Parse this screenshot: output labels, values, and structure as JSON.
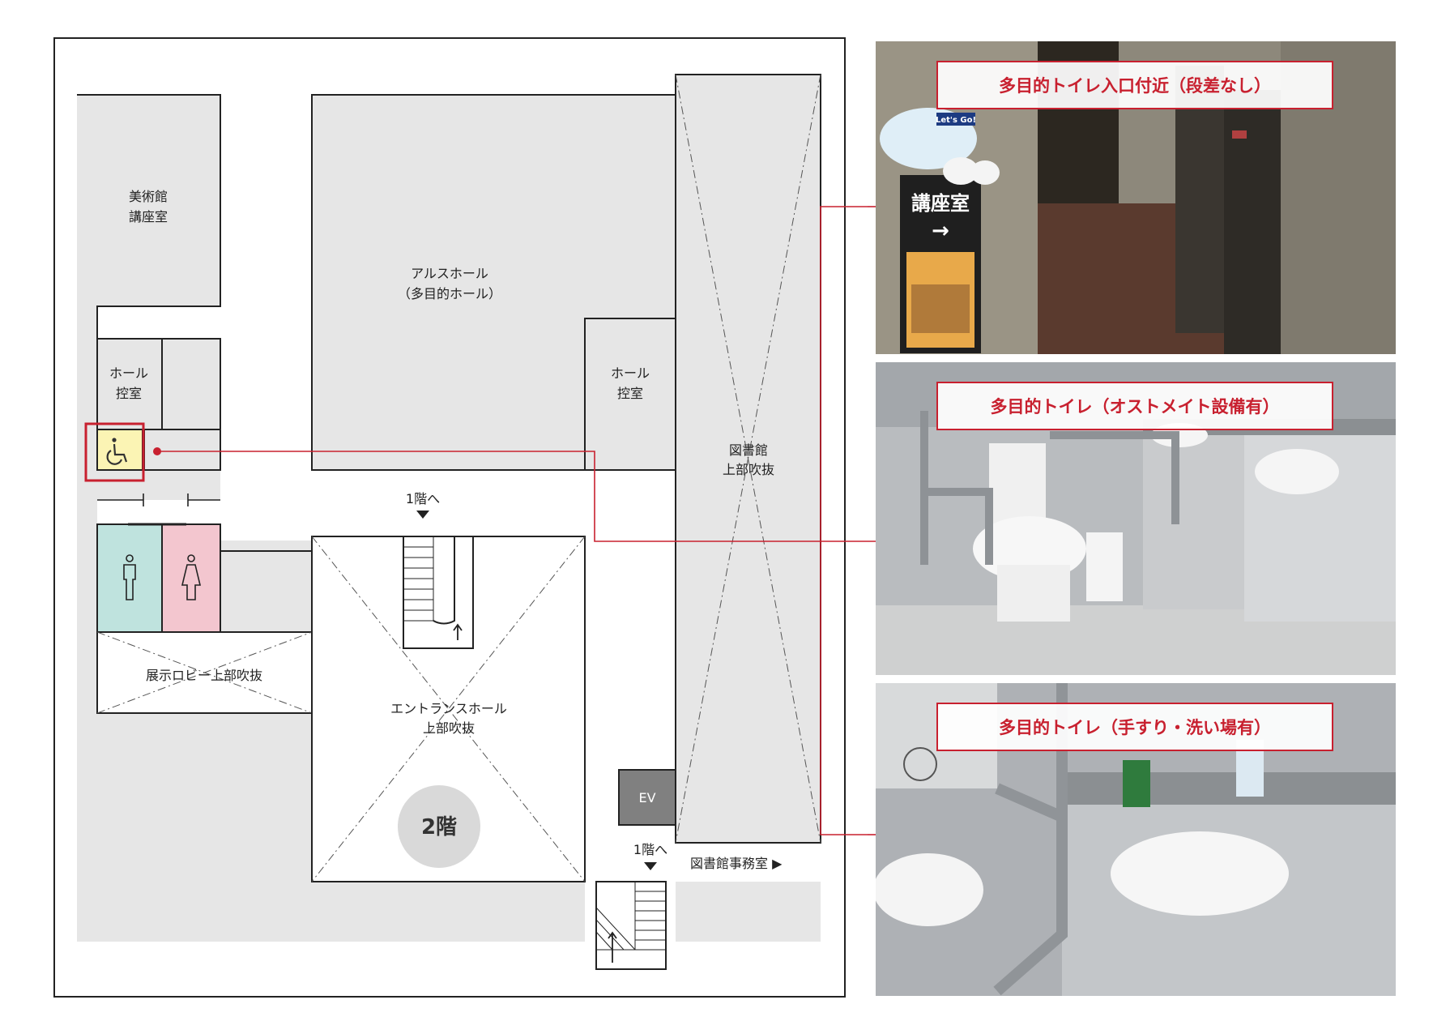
{
  "floor_map": {
    "floor_label": "2階",
    "rooms": {
      "art_lecture": [
        "美術館",
        "講座室"
      ],
      "ars_hall": [
        "アルスホール",
        "（多目的ホール）"
      ],
      "hall_green_left": [
        "ホール",
        "控室"
      ],
      "hall_green_right": [
        "ホール",
        "控室"
      ],
      "library_void": [
        "図書館",
        "上部吹抜"
      ],
      "exhibit_lobby_void": "展示ロビー上部吹抜",
      "entrance_hall_void": [
        "エントランスホール",
        "上部吹抜"
      ],
      "elevator": "EV",
      "library_office": "図書館事務室 ▶"
    },
    "stairs_labels": [
      "1階へ",
      "1階へ"
    ],
    "toilets": {
      "accessible": "wheelchair-icon",
      "men": "male-icon",
      "women": "female-icon"
    }
  },
  "photos": [
    {
      "caption": "多目的トイレ入口付近（段差なし）",
      "sign_text": "講座室",
      "sign_arrow": "→",
      "bubble_text": "Let's Go!"
    },
    {
      "caption": "多目的トイレ（オストメイト設備有）"
    },
    {
      "caption": "多目的トイレ（手すり・洗い場有）"
    }
  ],
  "colors": {
    "accent_red": "#c8202f",
    "room_gray": "#e6e6e6",
    "men_teal": "#bfe3de",
    "women_pink": "#f3c6cf",
    "accessible_yellow": "#fbf4b4",
    "ev_gray": "#808080"
  }
}
